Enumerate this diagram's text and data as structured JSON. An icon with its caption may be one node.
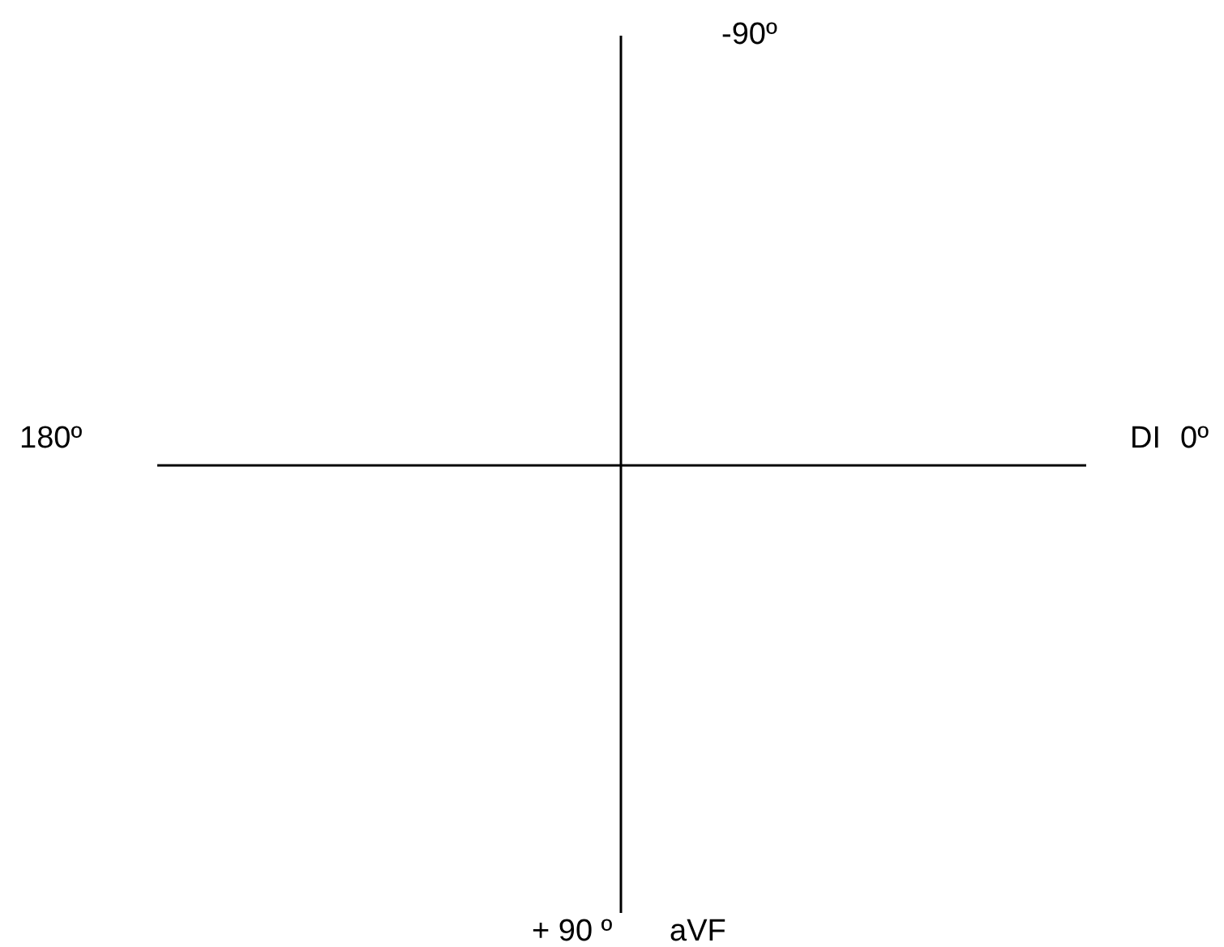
{
  "diagram": {
    "labels": [
      "-90º",
      "180º",
      "DI",
      "0º",
      "+ 90 º",
      "aVF"
    ]
  }
}
